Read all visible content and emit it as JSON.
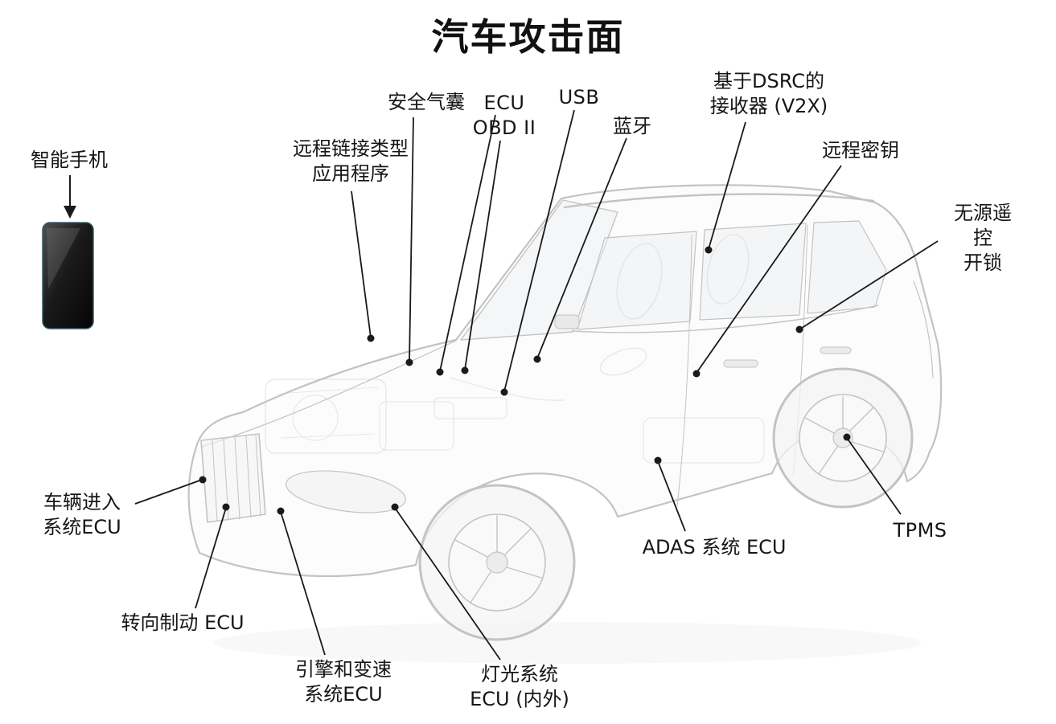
{
  "title": "汽车攻击面",
  "colors": {
    "line": "#1a1a1a",
    "car_stroke": "#a3a3a3",
    "glass": "#e6eaec",
    "phone_dark": "#0c0c0c",
    "phone_light": "#555555"
  },
  "labels": {
    "smartphone": "智能手机",
    "remote_link_app": "远程链接类型\n应用程序",
    "airbag": "安全气囊",
    "ecu": "ECU",
    "obd2": "OBD II",
    "usb": "USB",
    "bluetooth": "蓝牙",
    "dsrc_receiver": "基于DSRC的\n接收器 (V2X)",
    "remote_key": "远程密钥",
    "passive_keyless_entry": "无源遥控\n开锁",
    "vehicle_entry_ecu": "车辆进入\n系统ECU",
    "steering_brake_ecu": "转向制动 ECU",
    "engine_transmission_ecu": "引擎和变速\n系统ECU",
    "lighting_ecu": "灯光系统\nECU (内外)",
    "adas_ecu": "ADAS 系统 ECU",
    "tpms": "TPMS"
  }
}
